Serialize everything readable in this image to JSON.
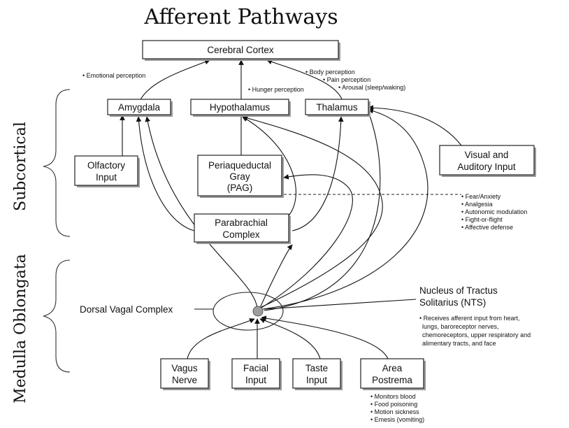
{
  "title": "Afferent Pathways",
  "regions": {
    "subcortical": "Subcortical",
    "medulla": "Medulla Oblongata"
  },
  "boxes": {
    "cortex": [
      "Cerebral Cortex"
    ],
    "amygdala": [
      "Amygdala"
    ],
    "hypothalamus": [
      "Hypothalamus"
    ],
    "thalamus": [
      "Thalamus"
    ],
    "olfactory": [
      "Olfactory",
      "Input"
    ],
    "pag": [
      "Periaqueductal",
      "Gray",
      "(PAG)"
    ],
    "visual": [
      "Visual and",
      "Auditory Input"
    ],
    "parabrachial": [
      "Parabrachial",
      "Complex"
    ],
    "vagus": [
      "Vagus",
      "Nerve"
    ],
    "facial": [
      "Facial",
      "Input"
    ],
    "taste": [
      "Taste",
      "Input"
    ],
    "postrema": [
      "Area",
      "Postrema"
    ]
  },
  "annotations": {
    "emotional": "• Emotional perception",
    "hunger": "• Hunger perception",
    "body": "• Body perception",
    "pain": "• Pain perception",
    "arousal": "• Arousal (sleep/waking)"
  },
  "pag_effects": [
    "• Fear/Anxiety",
    "• Analgesia",
    "• Autonomic modulation",
    "• Fight-or-flight",
    "• Affective defense"
  ],
  "dvc_label": "Dorsal Vagal Complex",
  "nts": {
    "title": [
      "Nucleus of Tractus",
      "Solitarius (NTS)"
    ],
    "desc": [
      "• Receives afferent input from heart,",
      "lungs, baroreceptor nerves,",
      "chemoreceptors, upper respiratory and",
      "alimentary tracts, and face"
    ]
  },
  "postrema_notes": [
    "• Monitors blood",
    "• Food poisoning",
    "• Motion sickness",
    "• Emesis (vomiting)"
  ]
}
